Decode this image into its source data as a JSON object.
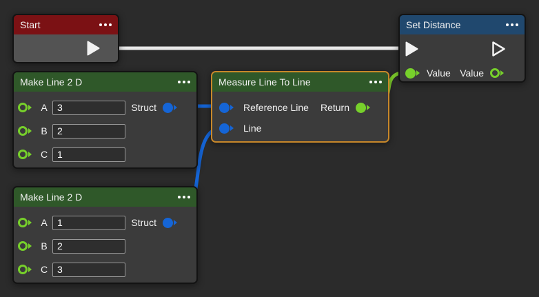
{
  "colors": {
    "background": "#2b2b2b",
    "node_body": "#3b3b3b",
    "start_body": "#535353",
    "header_red": "#7b1114",
    "header_green": "#2f5829",
    "header_blue": "#20486e",
    "selection_border": "#c8882a",
    "pin_green": "#77d02b",
    "pin_blue": "#1565d6",
    "wire_exec": "#e8e8e8",
    "wire_struct": "#1565d6",
    "wire_number": "#7fd02c"
  },
  "nodes": {
    "start": {
      "title": "Start"
    },
    "set_distance": {
      "title": "Set Distance",
      "input_value_label": "Value",
      "output_value_label": "Value"
    },
    "make_line_top": {
      "title": "Make Line 2 D",
      "output_label": "Struct",
      "rows": [
        {
          "label": "A",
          "value": "3"
        },
        {
          "label": "B",
          "value": "2"
        },
        {
          "label": "C",
          "value": "1"
        }
      ]
    },
    "measure": {
      "title": "Measure Line To Line",
      "inputs": [
        "Reference Line",
        "Line"
      ],
      "output_label": "Return"
    },
    "make_line_bottom": {
      "title": "Make Line 2 D",
      "output_label": "Struct",
      "rows": [
        {
          "label": "A",
          "value": "1"
        },
        {
          "label": "B",
          "value": "2"
        },
        {
          "label": "C",
          "value": "3"
        }
      ]
    }
  },
  "wires": [
    {
      "from": "start.exec-out",
      "to": "set_distance.exec-in",
      "type": "exec",
      "color": "#e8e8e8"
    },
    {
      "from": "make_line_top.struct",
      "to": "measure.reference-line",
      "type": "struct",
      "color": "#1565d6"
    },
    {
      "from": "make_line_bottom.struct",
      "to": "measure.line",
      "type": "struct",
      "color": "#1565d6"
    },
    {
      "from": "measure.return",
      "to": "set_distance.value",
      "type": "number",
      "color": "#7fd02c"
    }
  ]
}
